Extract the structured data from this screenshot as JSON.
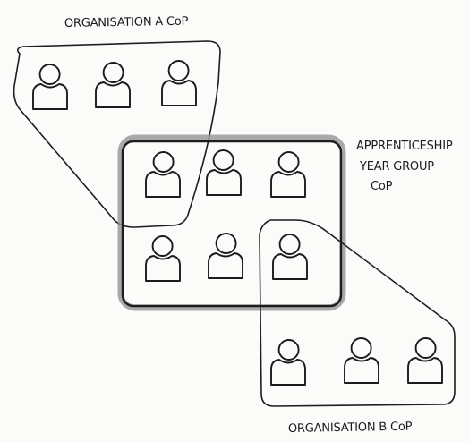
{
  "labels": {
    "org_a": "ORGANISATION A CoP",
    "apprenticeship_line1": "APPRENTICESHIP",
    "apprenticeship_line2": "YEAR GROUP",
    "apprenticeship_line3": "CoP",
    "org_b": "ORGANISATION B CoP"
  },
  "groups": [
    {
      "name": "org-a-cop",
      "members": 3
    },
    {
      "name": "apprenticeship-year-group-cop",
      "members": 6
    },
    {
      "name": "org-b-cop",
      "members": 3
    }
  ],
  "colors": {
    "ink": "#1b1b1b",
    "shade": "#8e8e8e",
    "paper": "#fbfbfa"
  }
}
